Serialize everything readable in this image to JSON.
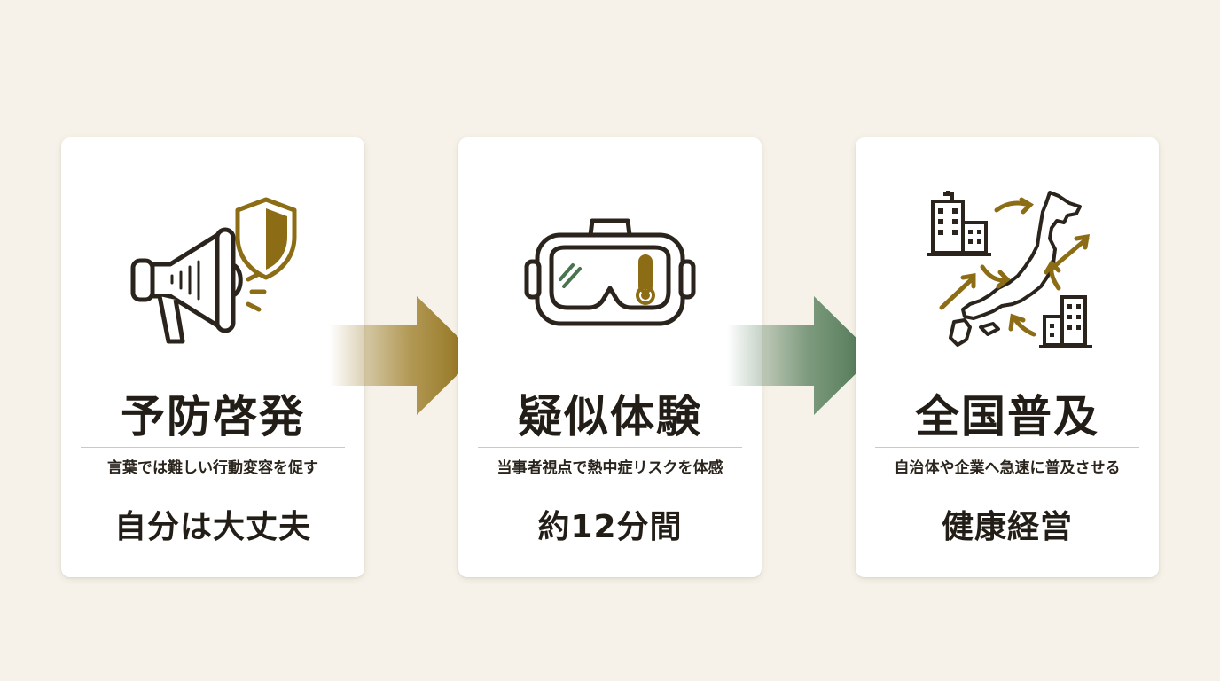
{
  "cards": [
    {
      "title": "予防啓発",
      "subtitle": "言葉では難しい行動変容を促す",
      "keyword": "自分は大丈夫",
      "icon": "megaphone-shield-icon"
    },
    {
      "title": "疑似体験",
      "subtitle": "当事者視点で熱中症リスクを体感",
      "keyword": "約12分間",
      "icon": "vr-headset-thermometer-icon"
    },
    {
      "title": "全国普及",
      "subtitle": "自治体や企業へ急速に普及させる",
      "keyword": "健康経営",
      "icon": "japan-map-buildings-icon"
    }
  ],
  "colors": {
    "background": "#f6f2e9",
    "card": "#ffffff",
    "ink": "#2a241c",
    "gold": "#8c6d16",
    "green": "#4a7350"
  }
}
